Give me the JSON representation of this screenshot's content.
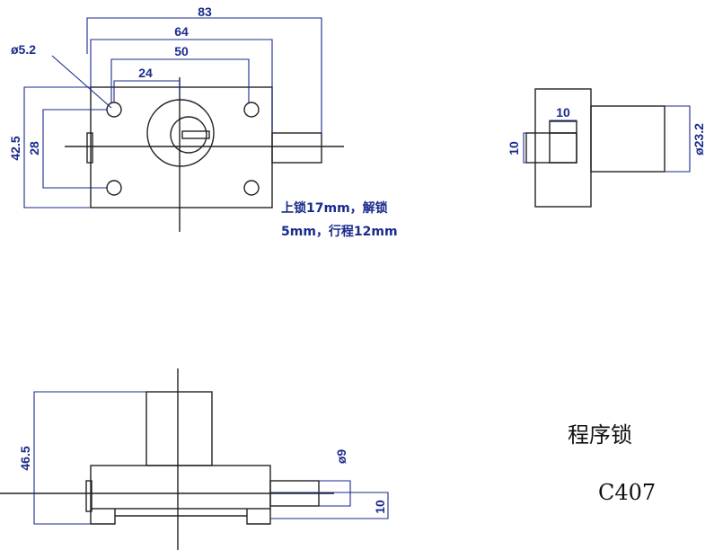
{
  "front_view": {
    "dim_83": "83",
    "dim_64": "64",
    "dim_50": "50",
    "dim_24": "24",
    "dim_hole": "ø5.2",
    "dim_42_5": "42.5",
    "dim_28": "28"
  },
  "side_view": {
    "dim_10_top": "10",
    "dim_10_left": "10",
    "dim_23_2": "ø23.2"
  },
  "bottom_view": {
    "dim_46_5": "46.5",
    "dim_9": "ø9",
    "dim_10": "10"
  },
  "note": {
    "line1": "上锁17mm，解锁",
    "line2": "5mm，行程12mm"
  },
  "product": {
    "name": "程序锁",
    "model": "C407"
  },
  "colors": {
    "dimension": "#1a2a8c",
    "outline": "#222222"
  }
}
